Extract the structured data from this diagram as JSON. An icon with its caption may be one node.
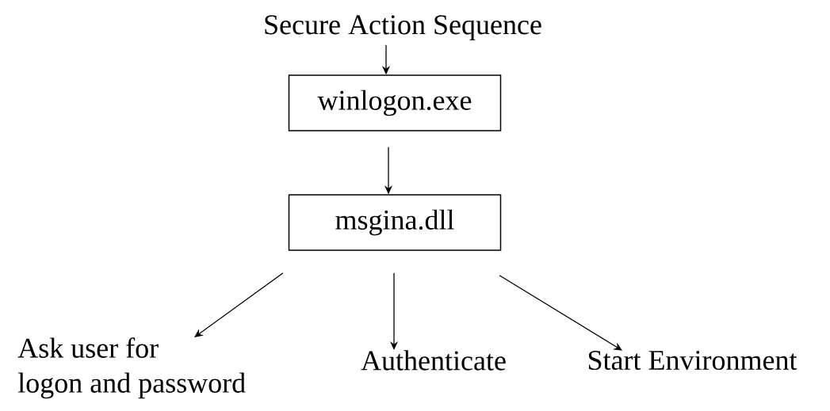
{
  "diagram": {
    "nodes": [
      {
        "text": [
          "Secure Action Sequence"
        ]
      },
      {
        "text": [
          "winlogon.exe"
        ]
      },
      {
        "text": [
          "msgina.dll"
        ]
      },
      {
        "text": [
          "Ask user for logon and password"
        ]
      },
      {
        "text": [
          "Authenticate"
        ]
      },
      {
        "text": [
          "Start Environment"
        ]
      }
    ],
    "edges": [
      {
        "from": 0,
        "to": 1,
        "arrow": "to"
      },
      {
        "from": 1,
        "to": 2,
        "arrow": "to"
      },
      {
        "from": 2,
        "to": 3,
        "arrow": "to"
      },
      {
        "from": 2,
        "to": 4,
        "arrow": "to"
      },
      {
        "from": 2,
        "to": 5,
        "arrow": "to"
      }
    ]
  }
}
